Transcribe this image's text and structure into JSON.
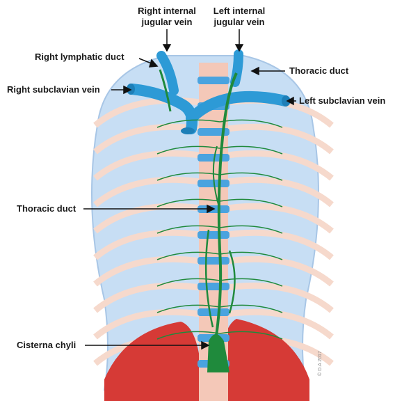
{
  "labels": {
    "right_internal_jugular_line1": "Right internal",
    "right_internal_jugular_line2": "jugular vein",
    "left_internal_jugular_line1": "Left internal",
    "left_internal_jugular_line2": "jugular vein",
    "right_lymphatic_duct": "Right lymphatic duct",
    "thoracic_duct_upper": "Thoracic duct",
    "right_subclavian_vein": "Right subclavian vein",
    "left_subclavian_vein": "Left subclavian vein",
    "thoracic_duct_mid": "Thoracic duct",
    "cisterna_chyli": "Cisterna chyli"
  },
  "copyright": "© D.A 2017",
  "colors": {
    "rib_fill": "#c7def4",
    "rib_stroke": "#a8c6e6",
    "cartilage": "#f6d9cc",
    "spine": "#f4c8b8",
    "vertebral_band": "#4aa3df",
    "vein": "#2d9ad6",
    "lymph": "#1f8a3c",
    "diaphragm": "#d63a36"
  }
}
